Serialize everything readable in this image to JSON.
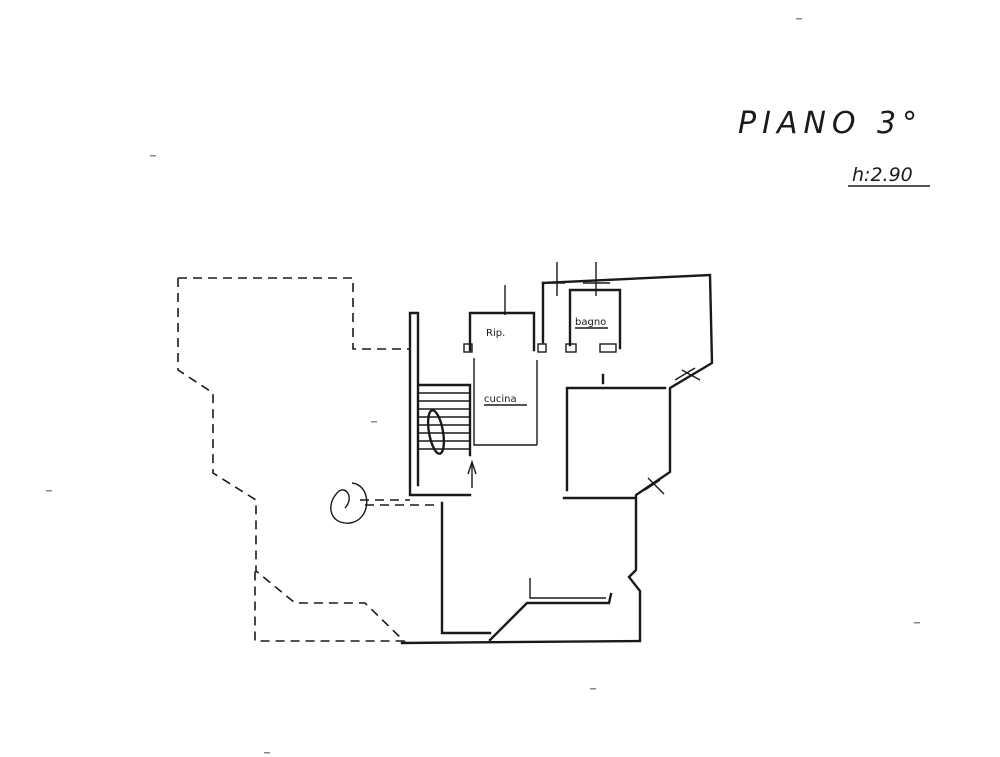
{
  "floor_title": "PIANO 3°",
  "ceiling_height": "h:2.90",
  "rooms": {
    "storage": "Rip.",
    "kitchen": "cucina",
    "bathroom": "bagno"
  },
  "colors": {
    "ink": "#1a1a1a",
    "paper": "#ffffff"
  }
}
